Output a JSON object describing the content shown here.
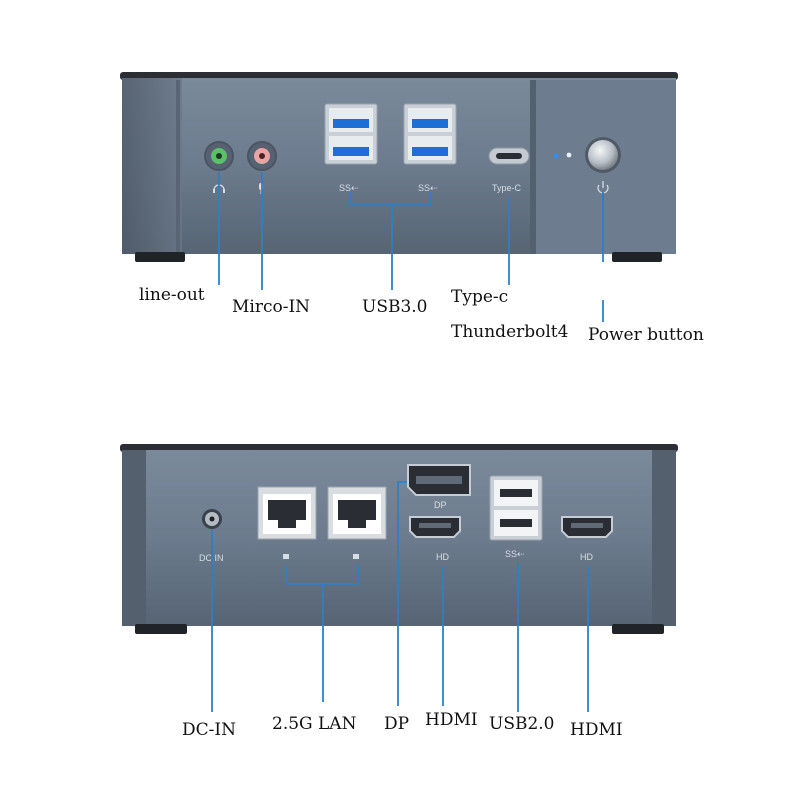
{
  "front_panel": {
    "port_markings": {
      "usb_left": "SS⇠",
      "usb_right": "SS⇠",
      "type_c": "Type-C"
    },
    "callouts": {
      "line_out": "line-out",
      "mic_in": "Mirco-IN",
      "usb3": "USB3.0",
      "type_c": "Type-c",
      "thunderbolt": "Thunderbolt4",
      "power": "Power button"
    }
  },
  "rear_panel": {
    "port_markings": {
      "dc_in": "DC IN",
      "dp": "DP",
      "hdmi_1": "HD",
      "usb": "SS⇠",
      "hdmi_2": "HD"
    },
    "callouts": {
      "dc_in": "DC-IN",
      "lan": "2.5G LAN",
      "dp": "DP",
      "hdmi_1": "HDMI",
      "usb2": "USB2.0",
      "hdmi_2": "HDMI"
    }
  },
  "colors": {
    "chassis": "#6a7a8c",
    "chassis_dark": "#3b4450",
    "callout_line": "#2f7fc4",
    "usb3_blue": "#1d6fd6",
    "jack_green": "#5cbf6a",
    "jack_pink": "#e7a5a5"
  }
}
